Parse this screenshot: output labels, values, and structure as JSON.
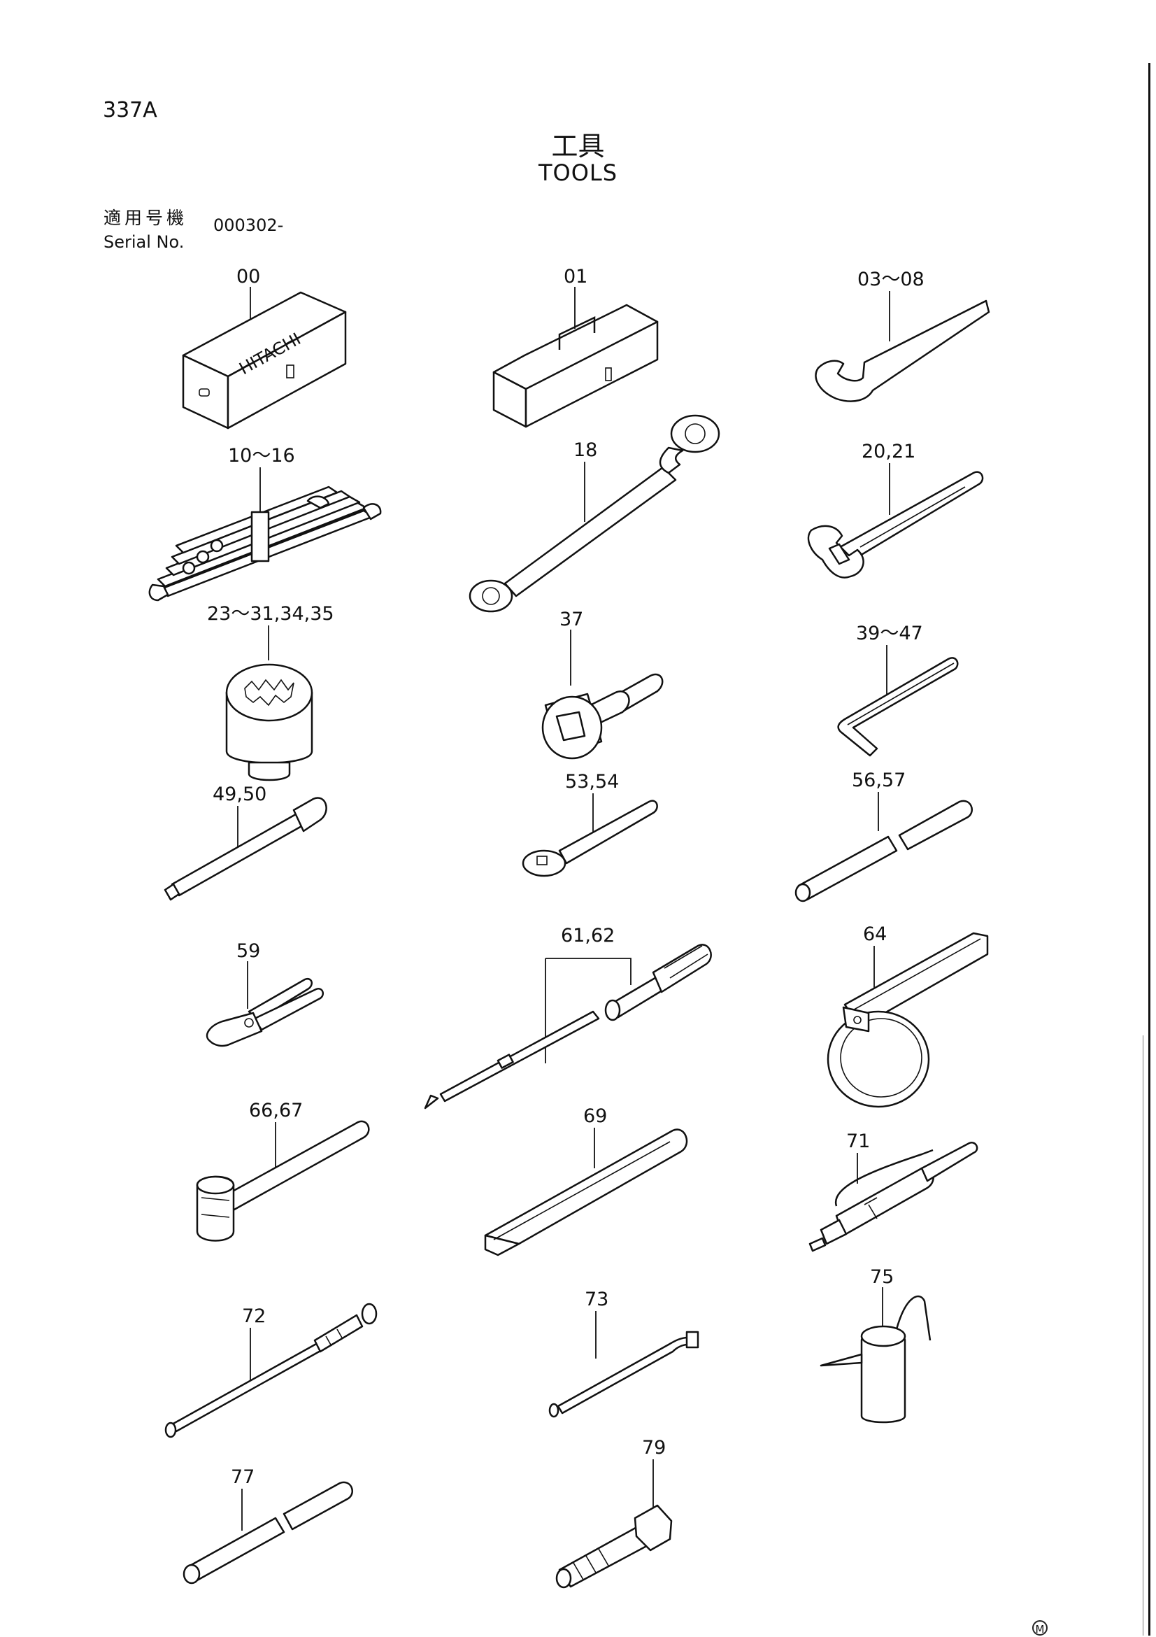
{
  "page_number": "337A",
  "title_ja": "工具",
  "title_en": "TOOLS",
  "serial": {
    "label_ja": "適用号機",
    "label_en": "Serial No.",
    "value": "000302-"
  },
  "box_brand": "HITACHI",
  "items": [
    {
      "id": "00"
    },
    {
      "id": "01"
    },
    {
      "id": "03～08"
    },
    {
      "id": "10～16"
    },
    {
      "id": "18"
    },
    {
      "id": "20,21"
    },
    {
      "id": "23～31,34,35"
    },
    {
      "id": "37"
    },
    {
      "id": "39～47"
    },
    {
      "id": "49,50"
    },
    {
      "id": "53,54"
    },
    {
      "id": "56,57"
    },
    {
      "id": "59"
    },
    {
      "id": "61,62"
    },
    {
      "id": "64"
    },
    {
      "id": "66,67"
    },
    {
      "id": "69"
    },
    {
      "id": "71"
    },
    {
      "id": "72"
    },
    {
      "id": "73"
    },
    {
      "id": "75"
    },
    {
      "id": "77"
    },
    {
      "id": "79"
    }
  ],
  "corner_mark": "Ⓜ"
}
